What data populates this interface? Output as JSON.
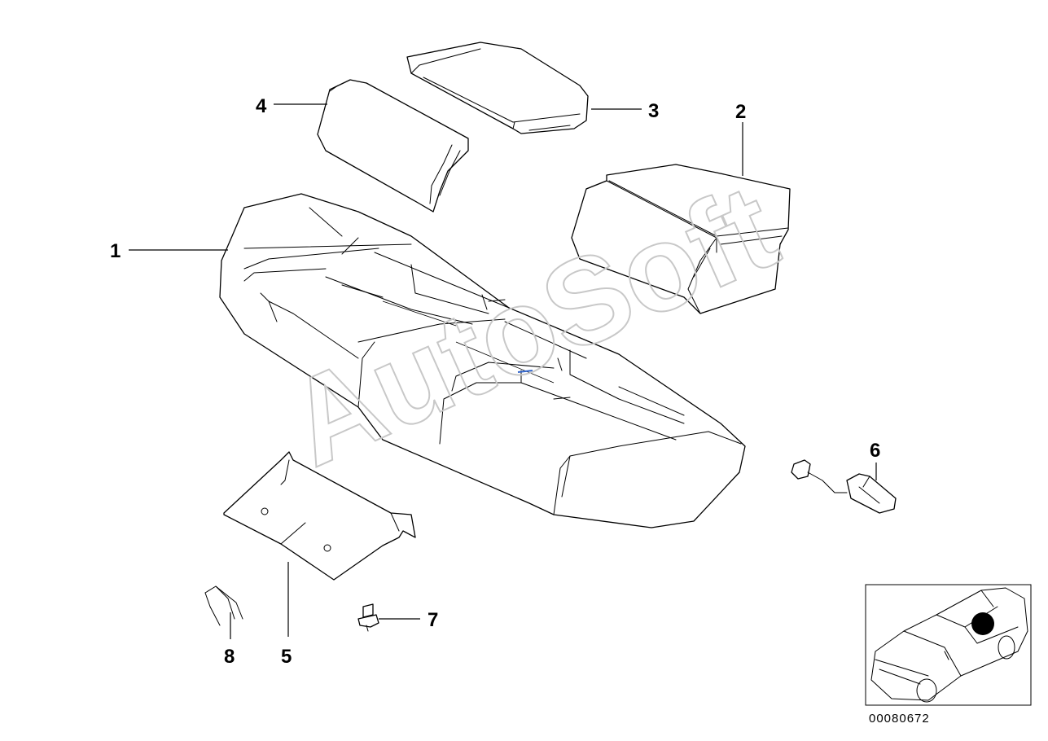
{
  "diagram": {
    "callouts": [
      {
        "id": "1",
        "label": "1"
      },
      {
        "id": "2",
        "label": "2"
      },
      {
        "id": "3",
        "label": "3"
      },
      {
        "id": "4",
        "label": "4"
      },
      {
        "id": "5",
        "label": "5"
      },
      {
        "id": "6",
        "label": "6"
      },
      {
        "id": "7",
        "label": "7"
      },
      {
        "id": "8",
        "label": "8"
      }
    ],
    "diagram_number": "00080672",
    "watermark": "AutoSoft"
  },
  "colors": {
    "line": "#000000",
    "background": "#ffffff",
    "watermark": "#c8c8c8",
    "marker": "#000000",
    "accent_blue": "#3366cc"
  }
}
